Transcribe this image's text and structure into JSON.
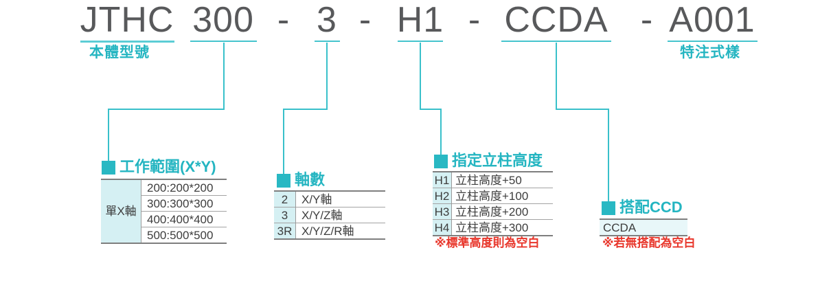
{
  "code": {
    "parts": [
      "JTHC",
      "300",
      "-",
      "3",
      "-",
      "H1",
      "-",
      "CCDA",
      "-",
      "A001"
    ],
    "body_label": "本體型號",
    "special_label": "特注式樣"
  },
  "sections": [
    {
      "title": "工作範圍(X*Y)",
      "merged_key": "單X軸",
      "values": [
        "200:200*200",
        "300:300*300",
        "400:400*400",
        "500:500*500"
      ]
    },
    {
      "title": "軸數",
      "rows": [
        {
          "key": "2",
          "value": "X/Y軸"
        },
        {
          "key": "3",
          "value": "X/Y/Z軸"
        },
        {
          "key": "3R",
          "value": "X/Y/Z/R軸"
        }
      ]
    },
    {
      "title": "指定立柱高度",
      "rows": [
        {
          "key": "H1",
          "value": "立柱高度+50"
        },
        {
          "key": "H2",
          "value": "立柱高度+100"
        },
        {
          "key": "H3",
          "value": "立柱高度+200"
        },
        {
          "key": "H4",
          "value": "立柱高度+300"
        }
      ],
      "note": "※標準高度則為空白"
    },
    {
      "title": "搭配CCD",
      "value": "CCDA",
      "note": "※若無搭配為空白"
    }
  ],
  "colors": {
    "teal": "#29b8c3",
    "teal_light_cell": "#d5f0f3",
    "teal_lighter_cell": "#e8f7f9",
    "red_note": "#e8362b",
    "code_text": "#58595b",
    "table_border": "#7e7e7e"
  }
}
